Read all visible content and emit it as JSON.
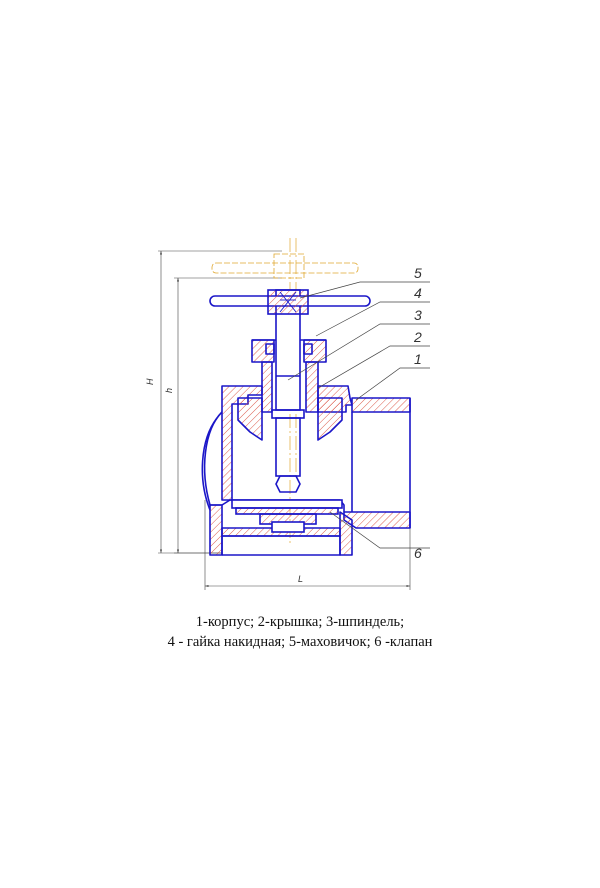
{
  "diagram": {
    "callouts": [
      "5",
      "4",
      "3",
      "2",
      "1",
      "6"
    ],
    "dimensions": {
      "overall_height": "H",
      "height": "h",
      "length": "L"
    }
  },
  "caption": {
    "line1": "1-корпус; 2-крышка; 3-шпиндель;",
    "line2": "4 - гайка накидная; 5-маховичок; 6 -клапан"
  },
  "colors": {
    "outline": "#1b16c8",
    "hatch": "#d84a3a",
    "axis": "#e0a830",
    "dimension": "#444444"
  }
}
